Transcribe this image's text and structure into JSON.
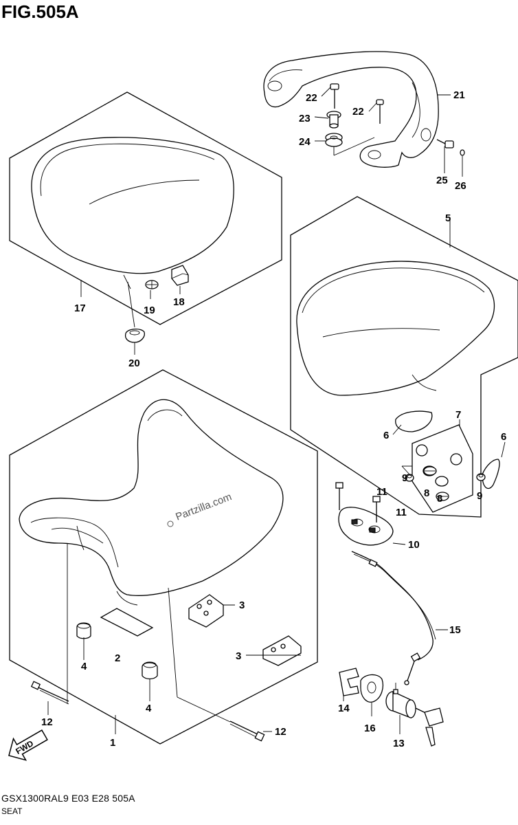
{
  "figure": {
    "title": "FIG.505A",
    "code": "GSX1300RAL9  E03  E28  505A",
    "name": "SEAT",
    "watermark": "Partzilla.com",
    "fwd_label": "FWD"
  },
  "callouts": {
    "c1": "1",
    "c2": "2",
    "c3a": "3",
    "c3b": "3",
    "c4a": "4",
    "c4b": "4",
    "c5": "5",
    "c6a": "6",
    "c6b": "6",
    "c7": "7",
    "c8a": "8",
    "c8b": "8",
    "c9a": "9",
    "c9b": "9",
    "c10": "10",
    "c11a": "11",
    "c11b": "11",
    "c12a": "12",
    "c12b": "12",
    "c13": "13",
    "c14": "14",
    "c15": "15",
    "c16": "16",
    "c17": "17",
    "c18": "18",
    "c19": "19",
    "c20": "20",
    "c21": "21",
    "c22a": "22",
    "c22b": "22",
    "c23": "23",
    "c24": "24",
    "c25": "25",
    "c26": "26"
  }
}
